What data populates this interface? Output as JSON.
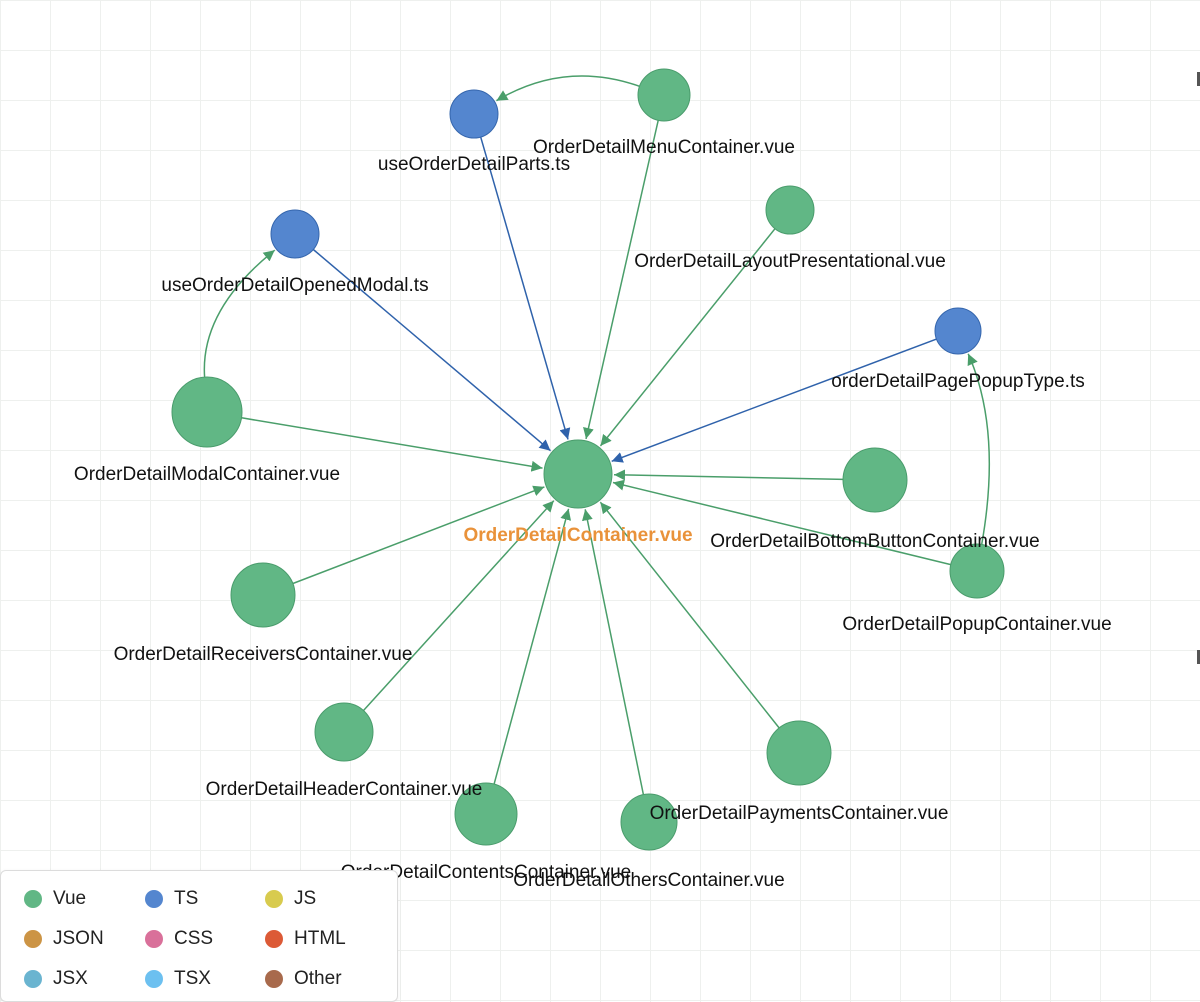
{
  "colors": {
    "vue": "#61b785",
    "vue_stroke": "#4a9c6c",
    "ts": "#5486cf",
    "ts_stroke": "#3566ad",
    "edge_vue": "#4a9e6a",
    "edge_ts": "#2f62ab",
    "center_label": "#e9923a"
  },
  "graph": {
    "center": {
      "id": "center",
      "label": "OrderDetailContainer.vue",
      "type": "vue"
    },
    "nodes": [
      {
        "id": "parts",
        "label": "useOrderDetailParts.ts",
        "type": "ts"
      },
      {
        "id": "menu",
        "label": "OrderDetailMenuContainer.vue",
        "type": "vue"
      },
      {
        "id": "opened",
        "label": "useOrderDetailOpenedModal.ts",
        "type": "ts"
      },
      {
        "id": "layout",
        "label": "OrderDetailLayoutPresentational.vue",
        "type": "vue"
      },
      {
        "id": "popuptype",
        "label": "orderDetailPagePopupType.ts",
        "type": "ts"
      },
      {
        "id": "modal",
        "label": "OrderDetailModalContainer.vue",
        "type": "vue"
      },
      {
        "id": "bottom",
        "label": "OrderDetailBottomButtonContainer.vue",
        "type": "vue"
      },
      {
        "id": "popup",
        "label": "OrderDetailPopupContainer.vue",
        "type": "vue"
      },
      {
        "id": "receivers",
        "label": "OrderDetailReceiversContainer.vue",
        "type": "vue"
      },
      {
        "id": "header",
        "label": "OrderDetailHeaderContainer.vue",
        "type": "vue"
      },
      {
        "id": "payments",
        "label": "OrderDetailPaymentsContainer.vue",
        "type": "vue"
      },
      {
        "id": "contents",
        "label": "OrderDetailContentsContainer.vue",
        "type": "vue"
      },
      {
        "id": "others",
        "label": "OrderDetailOthersContainer.vue",
        "type": "vue"
      }
    ],
    "edges": [
      {
        "from": "parts",
        "to": "center"
      },
      {
        "from": "menu",
        "to": "center"
      },
      {
        "from": "opened",
        "to": "center"
      },
      {
        "from": "layout",
        "to": "center"
      },
      {
        "from": "popuptype",
        "to": "center"
      },
      {
        "from": "modal",
        "to": "center"
      },
      {
        "from": "bottom",
        "to": "center"
      },
      {
        "from": "popup",
        "to": "center"
      },
      {
        "from": "receivers",
        "to": "center"
      },
      {
        "from": "header",
        "to": "center"
      },
      {
        "from": "payments",
        "to": "center"
      },
      {
        "from": "contents",
        "to": "center"
      },
      {
        "from": "others",
        "to": "center"
      },
      {
        "from": "menu",
        "to": "parts"
      },
      {
        "from": "modal",
        "to": "opened"
      },
      {
        "from": "popup",
        "to": "popuptype"
      }
    ]
  },
  "legend": [
    {
      "label": "Vue",
      "color": "#61b785"
    },
    {
      "label": "TS",
      "color": "#5486cf"
    },
    {
      "label": "JS",
      "color": "#d8cb4e"
    },
    {
      "label": "JSON",
      "color": "#cc9445"
    },
    {
      "label": "CSS",
      "color": "#d9709a"
    },
    {
      "label": "HTML",
      "color": "#dc5a36"
    },
    {
      "label": "JSX",
      "color": "#6ab4d0"
    },
    {
      "label": "TSX",
      "color": "#6cc0f0"
    },
    {
      "label": "Other",
      "color": "#a86a4c"
    }
  ]
}
